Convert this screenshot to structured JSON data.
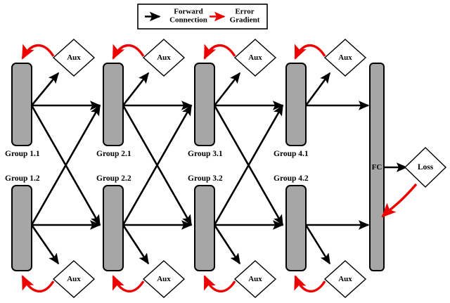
{
  "legend": {
    "forward": {
      "line1": "Forward",
      "line2": "Connection",
      "color": "#000000"
    },
    "error": {
      "line1": "Error",
      "line2": "Gradient",
      "color": "#ee0000"
    },
    "box_border": "#000000"
  },
  "colors": {
    "block_fill": "#a6a6a6",
    "block_stroke": "#000000",
    "aux_fill": "#ffffff",
    "aux_stroke": "#000000",
    "forward_arrow": "#000000",
    "error_arrow": "#ee0000",
    "background": "#ffffff"
  },
  "blocks": {
    "top_row": [
      {
        "label": "Group 1.1"
      },
      {
        "label": "Group 2.1"
      },
      {
        "label": "Group 3.1"
      },
      {
        "label": "Group 4.1"
      }
    ],
    "bottom_row": [
      {
        "label": "Group 1.2"
      },
      {
        "label": "Group 2.2"
      },
      {
        "label": "Group 3.2"
      },
      {
        "label": "Group 4.2"
      }
    ]
  },
  "aux_nodes": {
    "top": [
      "Aux",
      "Aux",
      "Aux",
      "Aux"
    ],
    "bottom": [
      "Aux",
      "Aux",
      "Aux",
      "Aux"
    ]
  },
  "fc": {
    "label": "FC"
  },
  "loss": {
    "label": "Loss"
  }
}
